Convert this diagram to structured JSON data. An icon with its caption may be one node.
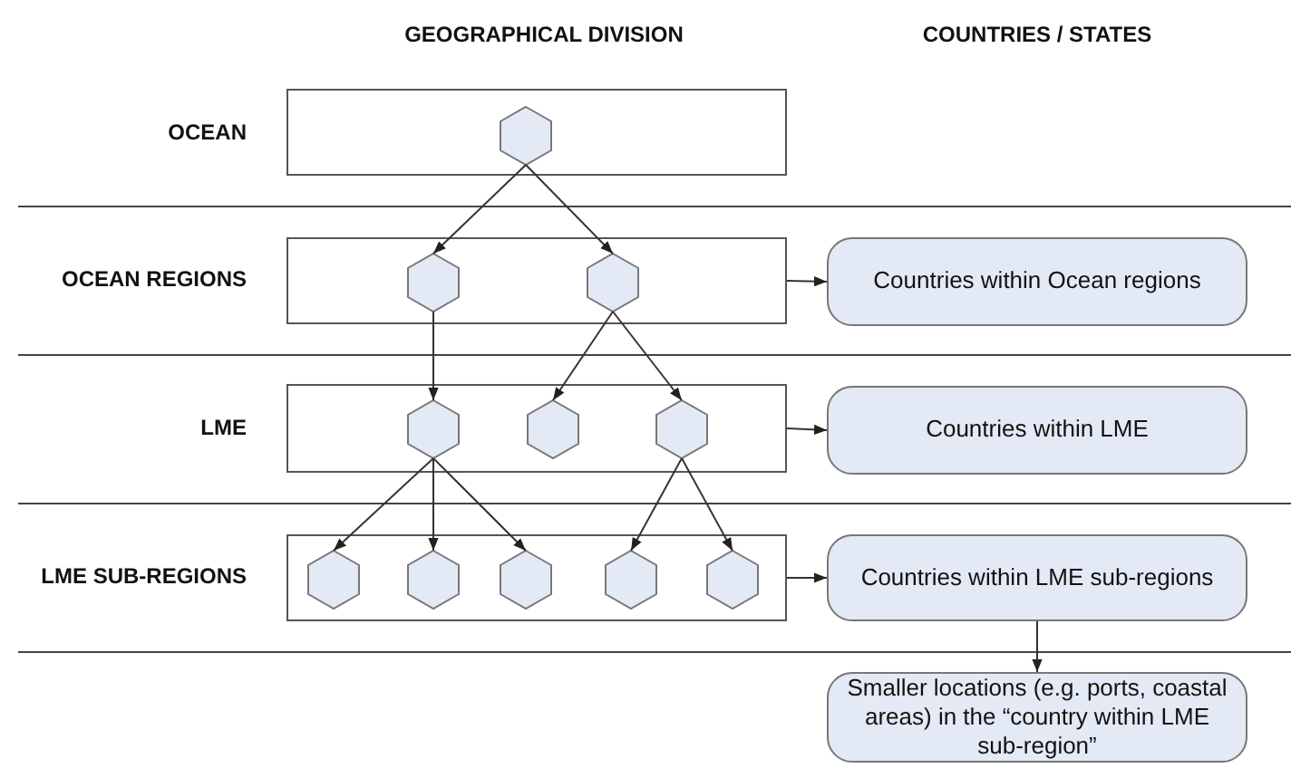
{
  "diagram": {
    "nodes": [
      {
        "text": [],
        "shape": "box"
      },
      {
        "text": [],
        "shape": "hexagon",
        "in": 0
      },
      {
        "text": [],
        "shape": "box"
      },
      {
        "text": [],
        "shape": "hexagon",
        "in": 2
      },
      {
        "text": [],
        "shape": "hexagon",
        "in": 2
      },
      {
        "text": [],
        "shape": "box"
      },
      {
        "text": [],
        "shape": "hexagon",
        "in": 5
      },
      {
        "text": [],
        "shape": "hexagon",
        "in": 5
      },
      {
        "text": [],
        "shape": "hexagon",
        "in": 5
      },
      {
        "text": [],
        "shape": "box"
      },
      {
        "text": [],
        "shape": "hexagon",
        "in": 9
      },
      {
        "text": [],
        "shape": "hexagon",
        "in": 9
      },
      {
        "text": [],
        "shape": "hexagon",
        "in": 9
      },
      {
        "text": [],
        "shape": "hexagon",
        "in": 9
      },
      {
        "text": [],
        "shape": "hexagon",
        "in": 9
      },
      {
        "text": [
          "Countries within Ocean regions"
        ]
      },
      {
        "text": [
          "Countries within LME"
        ]
      },
      {
        "text": [
          "Countries within LME sub-regions"
        ]
      },
      {
        "text": [
          "Smaller locations (e.g. ports, coastal areas) in the “country within LME sub-region”"
        ]
      }
    ],
    "edges": [
      {
        "from": 1,
        "to": 3,
        "arrow": "to"
      },
      {
        "from": 1,
        "to": 4,
        "arrow": "to"
      },
      {
        "from": 3,
        "to": 6,
        "arrow": "to"
      },
      {
        "from": 4,
        "to": 7,
        "arrow": "to"
      },
      {
        "from": 4,
        "to": 8,
        "arrow": "to"
      },
      {
        "from": 6,
        "to": 10,
        "arrow": "to"
      },
      {
        "from": 6,
        "to": 11,
        "arrow": "to"
      },
      {
        "from": 6,
        "to": 12,
        "arrow": "to"
      },
      {
        "from": 8,
        "to": 13,
        "arrow": "to"
      },
      {
        "from": 8,
        "to": 14,
        "arrow": "to"
      },
      {
        "from": 2,
        "to": 15,
        "arrow": "to"
      },
      {
        "from": 5,
        "to": 16,
        "arrow": "to"
      },
      {
        "from": 9,
        "to": 17,
        "arrow": "to"
      },
      {
        "from": 17,
        "to": 18,
        "arrow": "to"
      }
    ],
    "labels": [
      "GEOGRAPHICAL DIVISION",
      "COUNTRIES / STATES",
      "OCEAN",
      "OCEAN REGIONS",
      "LME",
      "LME SUB-REGIONS"
    ]
  }
}
